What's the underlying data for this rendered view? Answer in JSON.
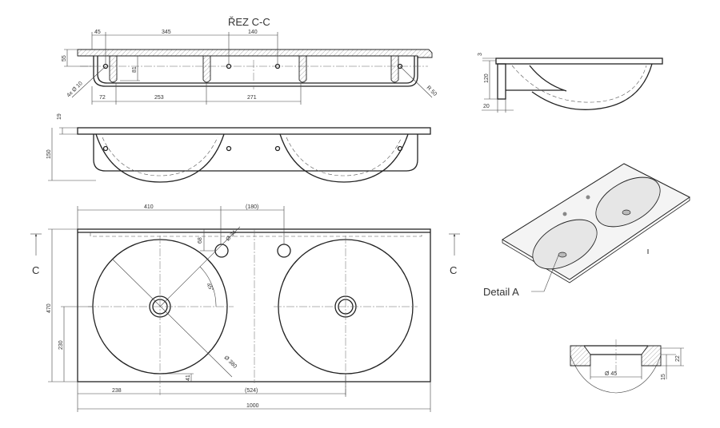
{
  "section_title": "ŘEZ C-C",
  "section_dims": {
    "d45": "45",
    "d345": "345",
    "d140": "140",
    "d55": "55",
    "d81": "81",
    "d72": "72",
    "d253": "253",
    "d271": "271",
    "holes": "4x Ø 10",
    "radius": "R 50"
  },
  "front_dims": {
    "d19": "19",
    "d150": "150"
  },
  "plan_dims": {
    "d410": "410",
    "d180": "(180)",
    "d68": "68",
    "tap_dia": "Ø 34",
    "angle": "45°",
    "d470": "470",
    "d230": "230",
    "bowl_dia": "Ø 380",
    "d41": "41",
    "d238": "238",
    "d524": "(524)",
    "d1000": "1000"
  },
  "section_marker": {
    "left": "C",
    "right": "C"
  },
  "side_dims": {
    "d3": "3",
    "d120": "120",
    "d20": "20"
  },
  "detail_label": "Detail A",
  "detail_dims": {
    "drain_dia": "Ø 45",
    "d22": "22",
    "d15": "15"
  }
}
